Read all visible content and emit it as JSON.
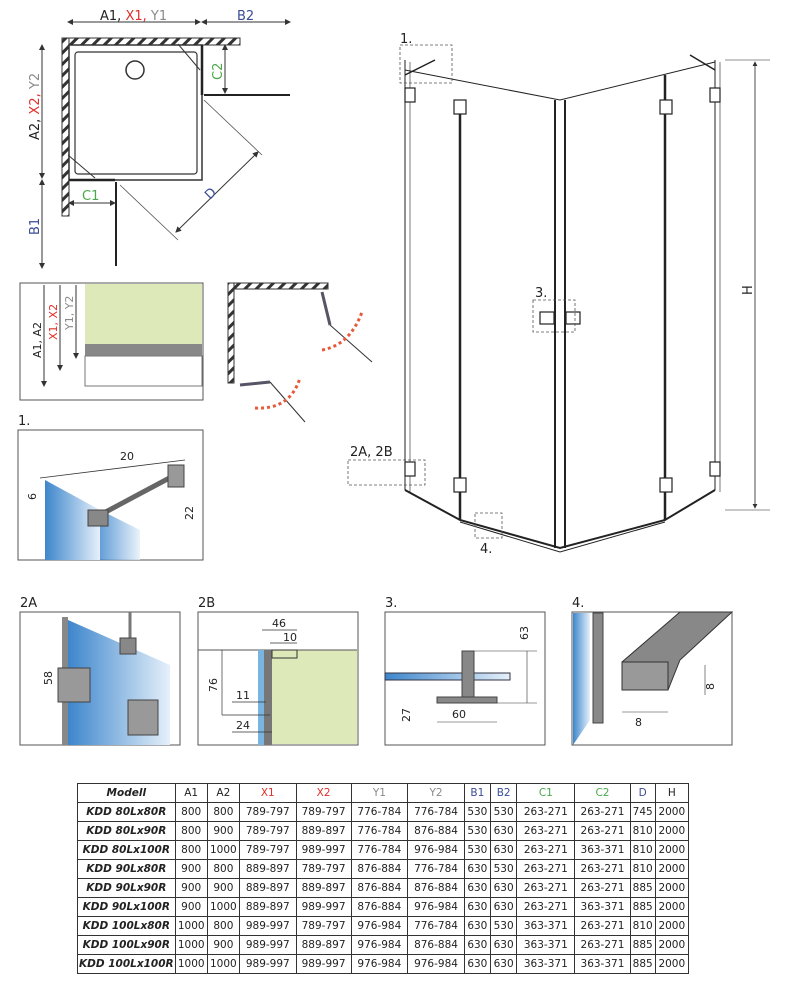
{
  "plan": {
    "top_a1": "A1, ",
    "top_x1": "X1, ",
    "top_y1": "Y1",
    "b2": "B2",
    "left_a2": "A2, ",
    "left_x2": "X2, ",
    "left_y2": "Y2",
    "c2": "C2",
    "c1": "C1",
    "d": "D",
    "b1": "B1"
  },
  "section": {
    "a": "A1, A2",
    "x": "X1, X2",
    "y": "Y1, Y2"
  },
  "main_view": {
    "callout_1": "1.",
    "callout_3": "3.",
    "callout_2": "2A, 2B",
    "callout_4": "4.",
    "h": "H"
  },
  "detail_1": {
    "title": "1.",
    "dim_20": "20",
    "dim_6": "6",
    "dim_22": "22"
  },
  "detail_2a": {
    "title": "2A",
    "dim_58": "58"
  },
  "detail_2b": {
    "title": "2B",
    "dim_46": "46",
    "dim_10": "10",
    "dim_76": "76",
    "dim_11": "11",
    "dim_24": "24"
  },
  "detail_3": {
    "title": "3.",
    "dim_63": "63",
    "dim_27": "27",
    "dim_60": "60"
  },
  "detail_4": {
    "title": "4.",
    "dim_8a": "8",
    "dim_8b": "8"
  },
  "colors": {
    "x": "#e0302a",
    "y": "#8a8a8a",
    "b": "#3a4c96",
    "c": "#4aa84a",
    "glass": "#4a90d0",
    "wall": "#dde9b8"
  },
  "table": {
    "headers": [
      "Modell",
      "A1",
      "A2",
      "X1",
      "X2",
      "Y1",
      "Y2",
      "B1",
      "B2",
      "C1",
      "C2",
      "D",
      "H"
    ],
    "rows": [
      [
        "KDD 80Lx80R",
        "800",
        "800",
        "789-797",
        "789-797",
        "776-784",
        "776-784",
        "530",
        "530",
        "263-271",
        "263-271",
        "745",
        "2000"
      ],
      [
        "KDD 80Lx90R",
        "800",
        "900",
        "789-797",
        "889-897",
        "776-784",
        "876-884",
        "530",
        "630",
        "263-271",
        "263-271",
        "810",
        "2000"
      ],
      [
        "KDD 80Lx100R",
        "800",
        "1000",
        "789-797",
        "989-997",
        "776-784",
        "976-984",
        "530",
        "630",
        "263-271",
        "363-371",
        "810",
        "2000"
      ],
      [
        "KDD 90Lx80R",
        "900",
        "800",
        "889-897",
        "789-797",
        "876-884",
        "776-784",
        "630",
        "530",
        "263-271",
        "263-271",
        "810",
        "2000"
      ],
      [
        "KDD 90Lx90R",
        "900",
        "900",
        "889-897",
        "889-897",
        "876-884",
        "876-884",
        "630",
        "630",
        "263-271",
        "263-271",
        "885",
        "2000"
      ],
      [
        "KDD 90Lx100R",
        "900",
        "1000",
        "889-897",
        "989-997",
        "876-884",
        "976-984",
        "630",
        "630",
        "263-271",
        "363-371",
        "885",
        "2000"
      ],
      [
        "KDD 100Lx80R",
        "1000",
        "800",
        "989-997",
        "789-797",
        "976-984",
        "776-784",
        "630",
        "530",
        "363-371",
        "263-271",
        "810",
        "2000"
      ],
      [
        "KDD 100Lx90R",
        "1000",
        "900",
        "989-997",
        "889-897",
        "976-984",
        "876-884",
        "630",
        "630",
        "363-371",
        "263-271",
        "885",
        "2000"
      ],
      [
        "KDD 100Lx100R",
        "1000",
        "1000",
        "989-997",
        "989-997",
        "976-984",
        "976-984",
        "630",
        "630",
        "363-371",
        "363-371",
        "885",
        "2000"
      ]
    ]
  }
}
